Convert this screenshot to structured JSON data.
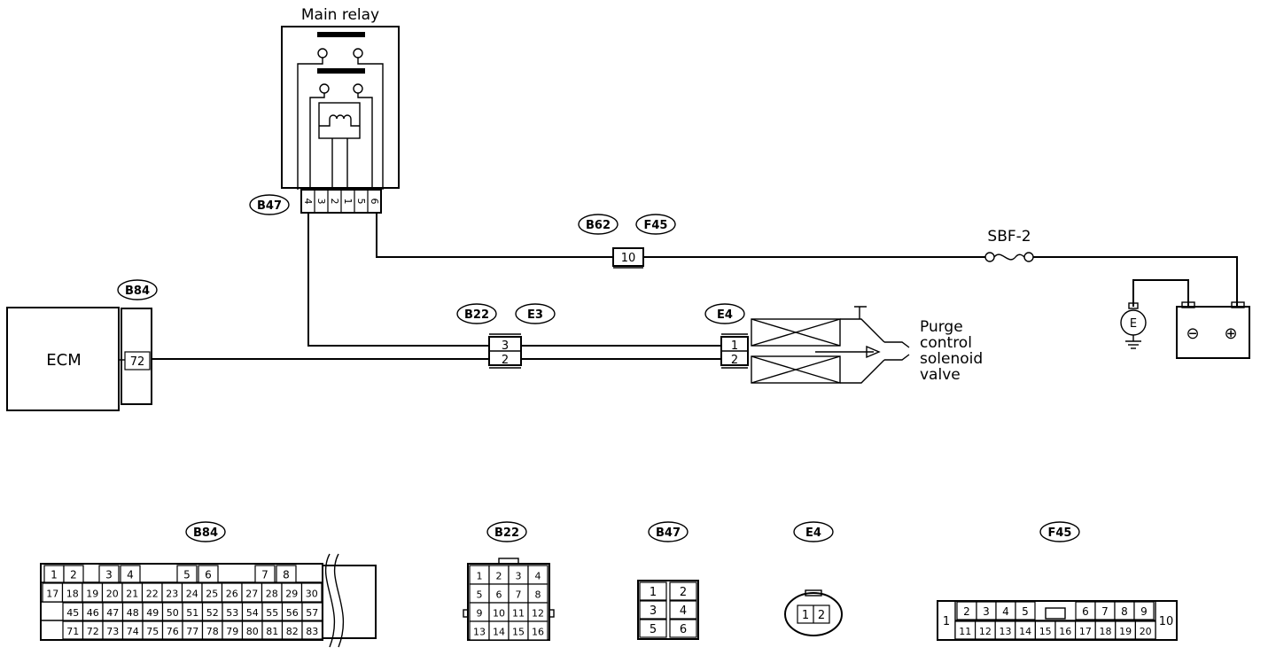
{
  "components": {
    "main_relay": "Main relay",
    "ecm": "ECM",
    "fuse": "SBF-2",
    "solenoid_line1": "Purge",
    "solenoid_line2": "control",
    "solenoid_line3": "solenoid",
    "solenoid_line4": "valve",
    "ground": "E",
    "battery_minus": "⊖",
    "battery_plus": "⊕"
  },
  "connector_tags": {
    "b47": "B47",
    "b84": "B84",
    "b22": "B22",
    "e3": "E3",
    "e4": "E4",
    "b62": "B62",
    "f45": "F45"
  },
  "pins": {
    "relay": [
      "4",
      "3",
      "2",
      "1",
      "5",
      "6"
    ],
    "b84_wire": "72",
    "b62_f45": "10",
    "b22_e3": [
      "3",
      "2"
    ],
    "e4_wire": [
      "1",
      "2"
    ]
  },
  "connector_views": {
    "b84": {
      "tag": "B84",
      "row1": [
        "1",
        "2",
        "3",
        "4",
        "5",
        "6",
        "7",
        "8"
      ],
      "row2": [
        "17",
        "18",
        "19",
        "20",
        "21",
        "22",
        "23",
        "24",
        "25",
        "26",
        "27",
        "28",
        "29",
        "30"
      ],
      "row3": [
        "45",
        "46",
        "47",
        "48",
        "49",
        "50",
        "51",
        "52",
        "53",
        "54",
        "55",
        "56",
        "57"
      ],
      "row4": [
        "71",
        "72",
        "73",
        "74",
        "75",
        "76",
        "77",
        "78",
        "79",
        "80",
        "81",
        "82",
        "83"
      ]
    },
    "b22": {
      "tag": "B22",
      "rows": [
        [
          "1",
          "2",
          "3",
          "4"
        ],
        [
          "5",
          "6",
          "7",
          "8"
        ],
        [
          "9",
          "10",
          "11",
          "12"
        ],
        [
          "13",
          "14",
          "15",
          "16"
        ]
      ]
    },
    "b47": {
      "tag": "B47",
      "rows": [
        [
          "1",
          "2"
        ],
        [
          "3",
          "4"
        ],
        [
          "5",
          "6"
        ]
      ]
    },
    "e4": {
      "tag": "E4",
      "pins": [
        "1",
        "2"
      ]
    },
    "f45": {
      "tag": "F45",
      "left": "1",
      "top_left": [
        "2",
        "3",
        "4",
        "5"
      ],
      "top_right": [
        "6",
        "7",
        "8",
        "9"
      ],
      "bottom": [
        "11",
        "12",
        "13",
        "14",
        "15",
        "16",
        "17",
        "18",
        "19",
        "20"
      ],
      "right": "10"
    }
  }
}
